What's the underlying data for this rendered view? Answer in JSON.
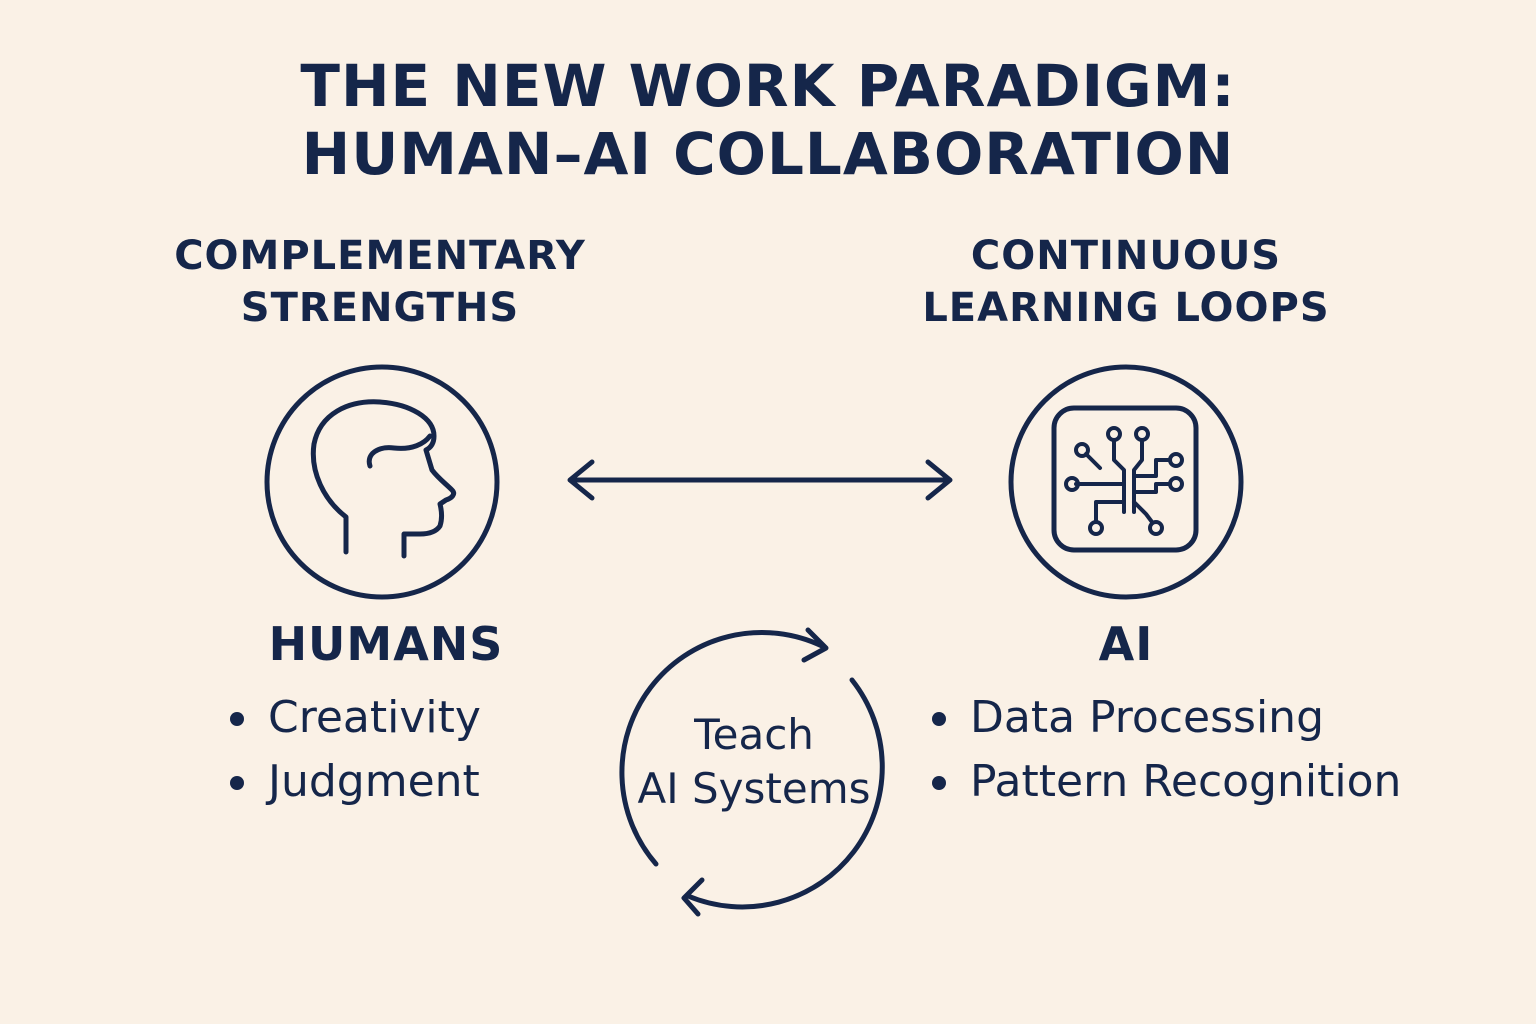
{
  "title": {
    "line1": "THE NEW WORK PARADIGM:",
    "line2": "HUMAN–AI COLLABORATION"
  },
  "left_section": {
    "heading_line1": "COMPLEMENTARY",
    "heading_line2": "STRENGTHS",
    "icon": "human-head-icon",
    "label": "HUMANS",
    "items": [
      "Creativity",
      "Judgment"
    ]
  },
  "right_section": {
    "heading_line1": "CONTINUOUS",
    "heading_line2": "LEARNING LOOPS",
    "icon": "circuit-chip-icon",
    "label": "AI",
    "items": [
      "Data Processing",
      "Pattern Recognition"
    ]
  },
  "center": {
    "connector_icon": "double-arrow-icon",
    "cycle_icon": "cycle-arrows-icon",
    "cycle_line1": "Teach",
    "cycle_line2": "AI Systems"
  },
  "colors": {
    "background": "#faf1e6",
    "ink": "#15264a"
  }
}
